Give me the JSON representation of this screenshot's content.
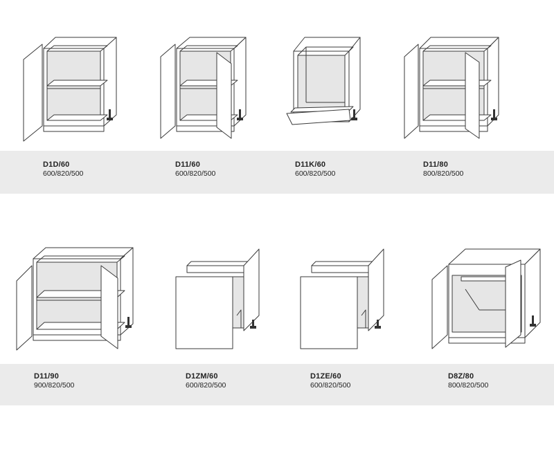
{
  "cabinets": [
    {
      "code": "D1D/60",
      "dims": "600/820/500"
    },
    {
      "code": "D11/60",
      "dims": "600/820/500"
    },
    {
      "code": "D11K/60",
      "dims": "600/820/500"
    },
    {
      "code": "D11/80",
      "dims": "800/820/500"
    },
    {
      "code": "D11/90",
      "dims": "900/820/500"
    },
    {
      "code": "D1ZM/60",
      "dims": "600/820/500"
    },
    {
      "code": "D1ZE/60",
      "dims": "600/820/500"
    },
    {
      "code": "D8Z/80",
      "dims": "800/820/500"
    }
  ]
}
